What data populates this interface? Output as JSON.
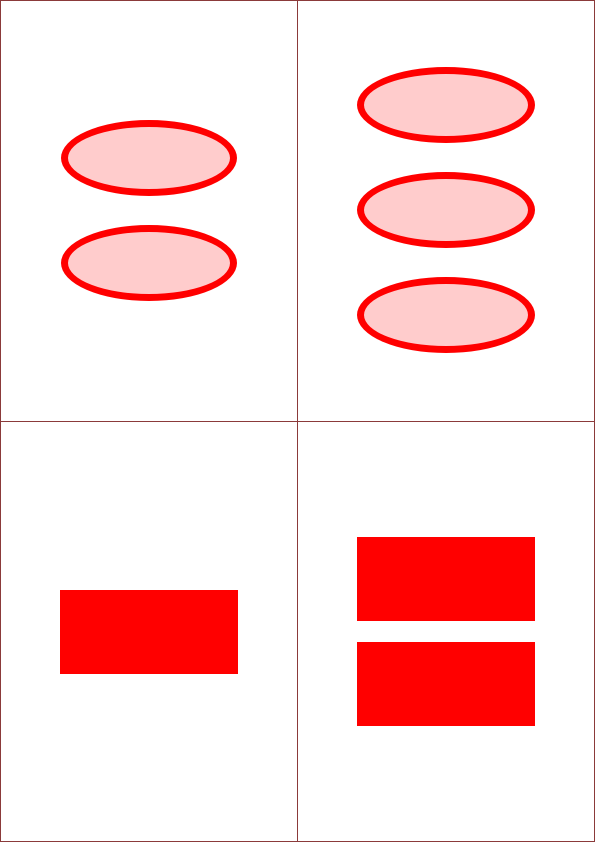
{
  "colors": {
    "background": "#ffffff",
    "grid_line": "#8b3a3a",
    "shape_stroke": "#ff0000",
    "ellipse_fill": "#ffcccc",
    "rect_fill": "#ff0000"
  },
  "quadrants": [
    {
      "id": "top-left",
      "shape": "ellipse",
      "count": 2
    },
    {
      "id": "top-right",
      "shape": "ellipse",
      "count": 3
    },
    {
      "id": "bottom-left",
      "shape": "rectangle",
      "count": 1
    },
    {
      "id": "bottom-right",
      "shape": "rectangle",
      "count": 2
    }
  ]
}
